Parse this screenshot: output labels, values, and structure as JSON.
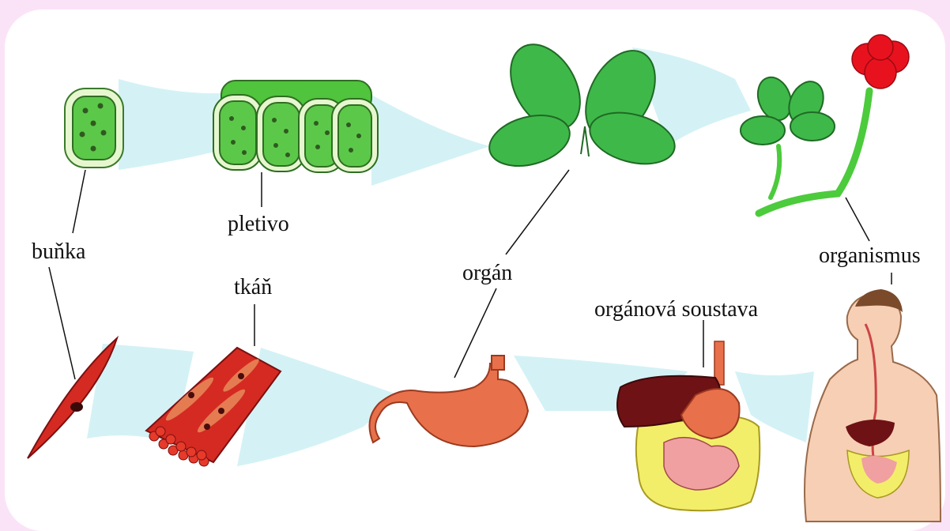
{
  "labels": {
    "cell": "buňka",
    "plant_tissue": "pletivo",
    "organ": "orgán",
    "organism": "organismus",
    "animal_tissue": "tkáň",
    "organ_system": "orgánová soustava"
  },
  "colors": {
    "background": "#fbe3f7",
    "panel": "#ffffff",
    "arrow_band": "#d4f2f5",
    "plant_green": "#3fb84a",
    "cell_fill": "#5cc84a",
    "muscle_red": "#d42a22",
    "stomach": "#e8704a",
    "liver": "#6e1216",
    "intestine_yellow": "#f3ee6a",
    "skin": "#f6cfb4",
    "flower_red": "#e8121e"
  },
  "icons": [
    "plant-cell-icon",
    "plant-tissue-icon",
    "leaf-organ-icon",
    "clover-organism-icon",
    "muscle-cell-icon",
    "muscle-tissue-icon",
    "stomach-icon",
    "digestive-system-icon",
    "human-body-icon"
  ]
}
